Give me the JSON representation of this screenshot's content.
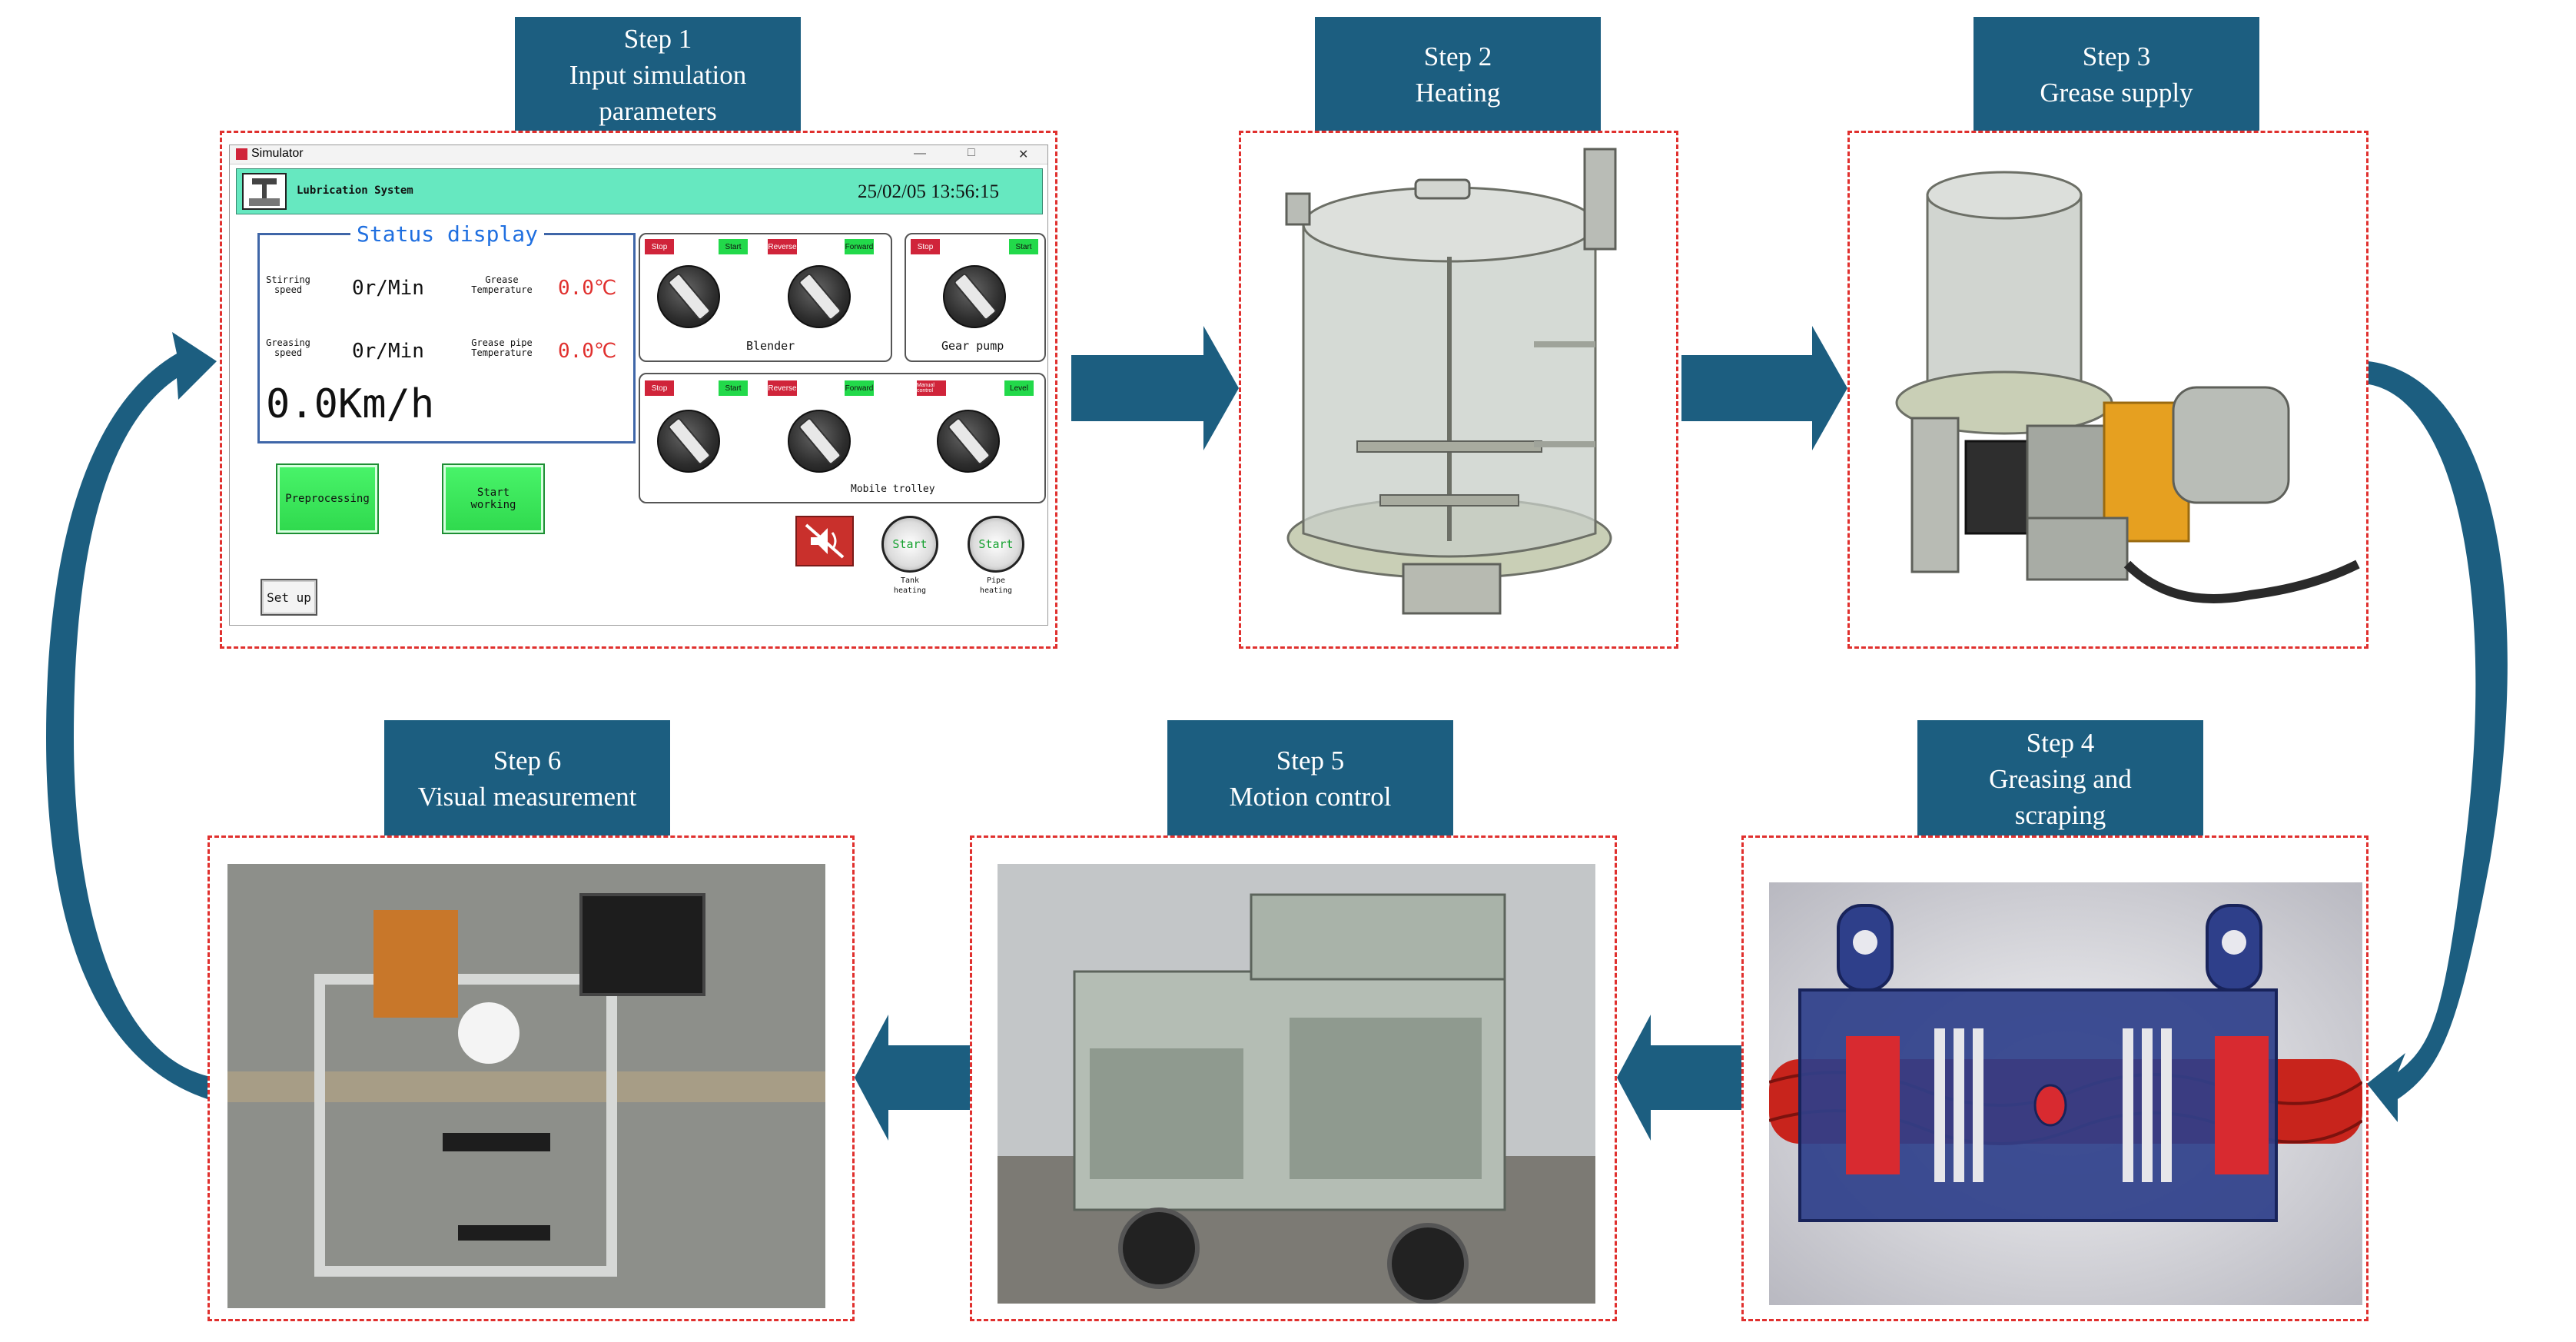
{
  "steps": [
    {
      "step": "Step 1",
      "title_lines": [
        "Input simulation",
        "parameters"
      ]
    },
    {
      "step": "Step 2",
      "title_lines": [
        "Heating"
      ]
    },
    {
      "step": "Step 3",
      "title_lines": [
        "Grease supply"
      ]
    },
    {
      "step": "Step 4",
      "title_lines": [
        "Greasing and",
        "scraping"
      ]
    },
    {
      "step": "Step 5",
      "title_lines": [
        "Motion control"
      ]
    },
    {
      "step": "Step 6",
      "title_lines": [
        "Visual measurement"
      ]
    }
  ],
  "simulator": {
    "window_title": "Simulator",
    "window_controls": {
      "minimize": "—",
      "maximize": "□",
      "close": "✕"
    },
    "app_name": "Lubrication System",
    "datetime": "25/02/05 13:56:15",
    "status_display": {
      "title": "Status display",
      "stirring_speed_label": "Stirring\nspeed",
      "stirring_speed_value": "0r/Min",
      "greasing_speed_label": "Greasing\nspeed",
      "greasing_speed_value": "0r/Min",
      "grease_temperature_label": "Grease\nTemperature",
      "grease_temperature_value": "0.0℃",
      "grease_pipe_temperature_label": "Grease pipe\nTemperature",
      "grease_pipe_temperature_value": "0.0℃",
      "speed_display": "0.0Km/h"
    },
    "blender": {
      "label": "Blender",
      "tags": [
        "Stop",
        "Start",
        "Reverse",
        "Forward"
      ]
    },
    "gear_pump": {
      "label": "Gear pump",
      "tags": [
        "Stop",
        "Start"
      ]
    },
    "mobile_trolley": {
      "label": "Mobile trolley",
      "tags": [
        "Stop",
        "Start",
        "Reverse",
        "Forward",
        "Manual control",
        "Level"
      ]
    },
    "buttons": {
      "preprocessing": "Preprocessing",
      "start_working": "Start\nworking",
      "set_up": "Set up",
      "tank_heating_button": "Start",
      "tank_heating_label": "Tank\nheating",
      "pipe_heating_button": "Start",
      "pipe_heating_label": "Pipe\nheating"
    }
  },
  "colors": {
    "step_label_bg": "#1c5e80",
    "frame_border": "#e0302e",
    "arrow": "#1c5e80",
    "header_bg": "#66e8c0",
    "value_red": "#e0302e"
  }
}
